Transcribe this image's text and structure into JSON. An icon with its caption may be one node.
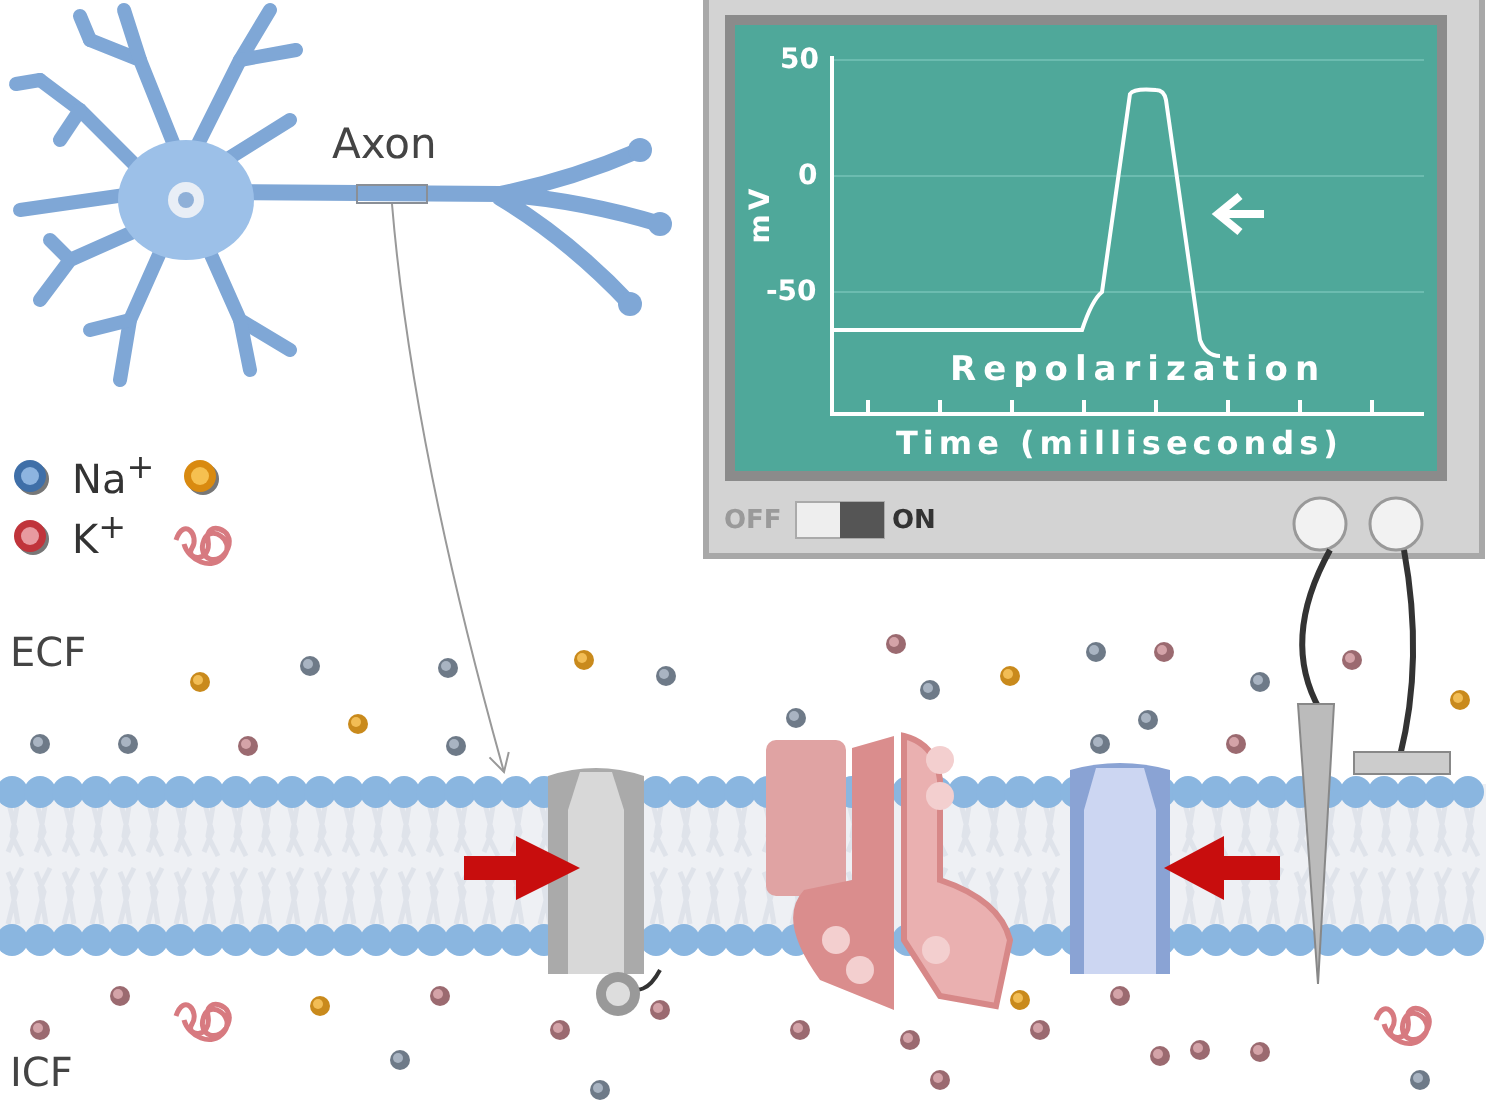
{
  "diagram": {
    "nodes": [
      {
        "text": [],
        "shape": "box",
        "beside": [
          "Axon"
        ]
      },
      {
        "text": [],
        "shape": "picture"
      }
    ],
    "edges": [
      {
        "from": 0,
        "to": 1,
        "arrow": "to"
      }
    ],
    "labels": [
      "50",
      "0",
      "mV",
      "-50",
      "Repolarization",
      "Time (milliseconds)",
      "OFF",
      "ON",
      "ECF",
      "ICF"
    ],
    "legend": [
      {
        "text": "Na$^{+}$"
      },
      {
        "text": "K$^{+}$"
      }
    ]
  }
}
